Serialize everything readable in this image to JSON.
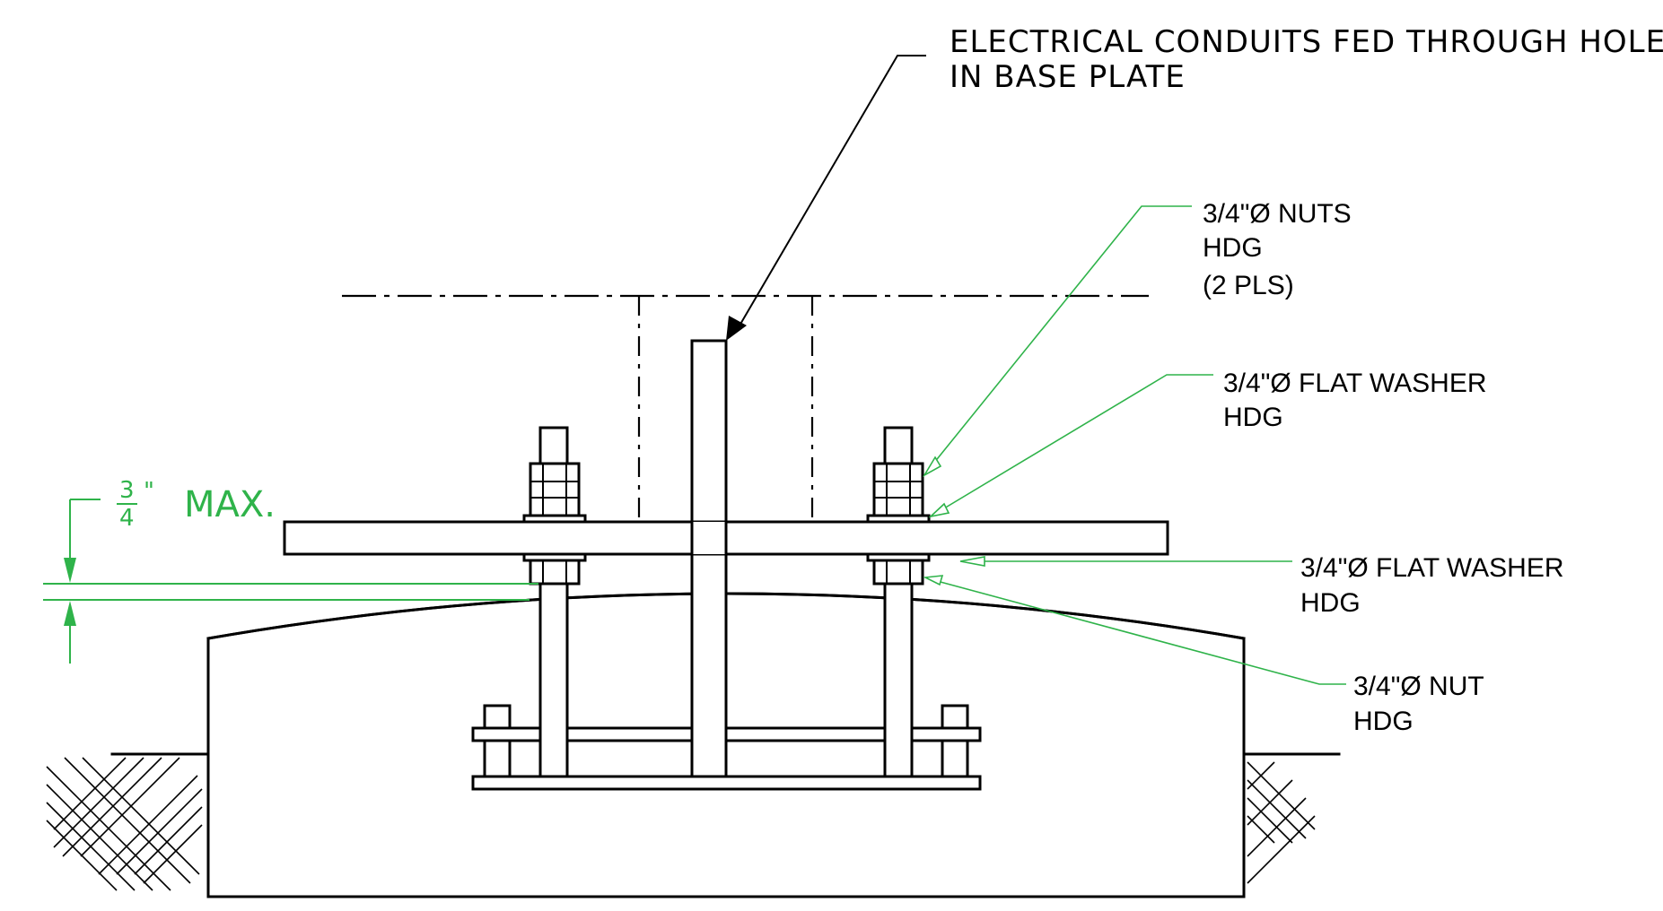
{
  "callouts": {
    "conduit": [
      "ELECTRICAL  CONDUITS  FED  THROUGH  HOLE",
      "IN  BASE  PLATE"
    ],
    "top_nuts": [
      "3/4\"Ø NUTS",
      "HDG",
      "(2 PLS)"
    ],
    "top_washer": [
      "3/4\"Ø FLAT WASHER",
      "HDG"
    ],
    "bottom_washer": [
      "3/4\"Ø FLAT WASHER",
      "HDG"
    ],
    "bottom_nut": [
      "3/4\"Ø NUT",
      "HDG"
    ]
  },
  "dimension": {
    "numerator": "3",
    "inch_mark": "\"",
    "denominator": "4",
    "suffix": "MAX."
  },
  "colors": {
    "linework": "#000000",
    "annotation": "#2fb34a"
  }
}
